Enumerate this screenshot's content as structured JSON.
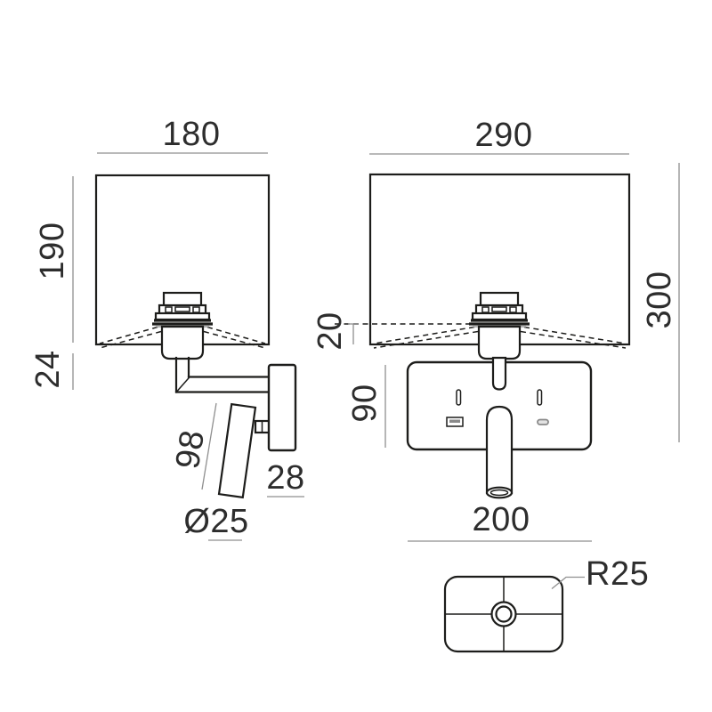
{
  "diagram": {
    "views": {
      "left_lamp": {
        "labels": {
          "shade_width": "180",
          "shade_height": "190",
          "arm_height": "24",
          "spot_length": "98",
          "bracket_width": "28",
          "spot_diameter": "Ø25"
        }
      },
      "right_lamp": {
        "labels": {
          "shade_width": "290",
          "total_height": "300",
          "hem_height": "20",
          "backplate_height": "90",
          "backplate_width": "200"
        }
      },
      "top_view": {
        "labels": {
          "corner_radius": "R25"
        }
      }
    }
  },
  "colors": {
    "line": "#1d1d1b",
    "dim": "#8f8f8f",
    "text": "#2d2d2d",
    "bg": "#ffffff"
  }
}
